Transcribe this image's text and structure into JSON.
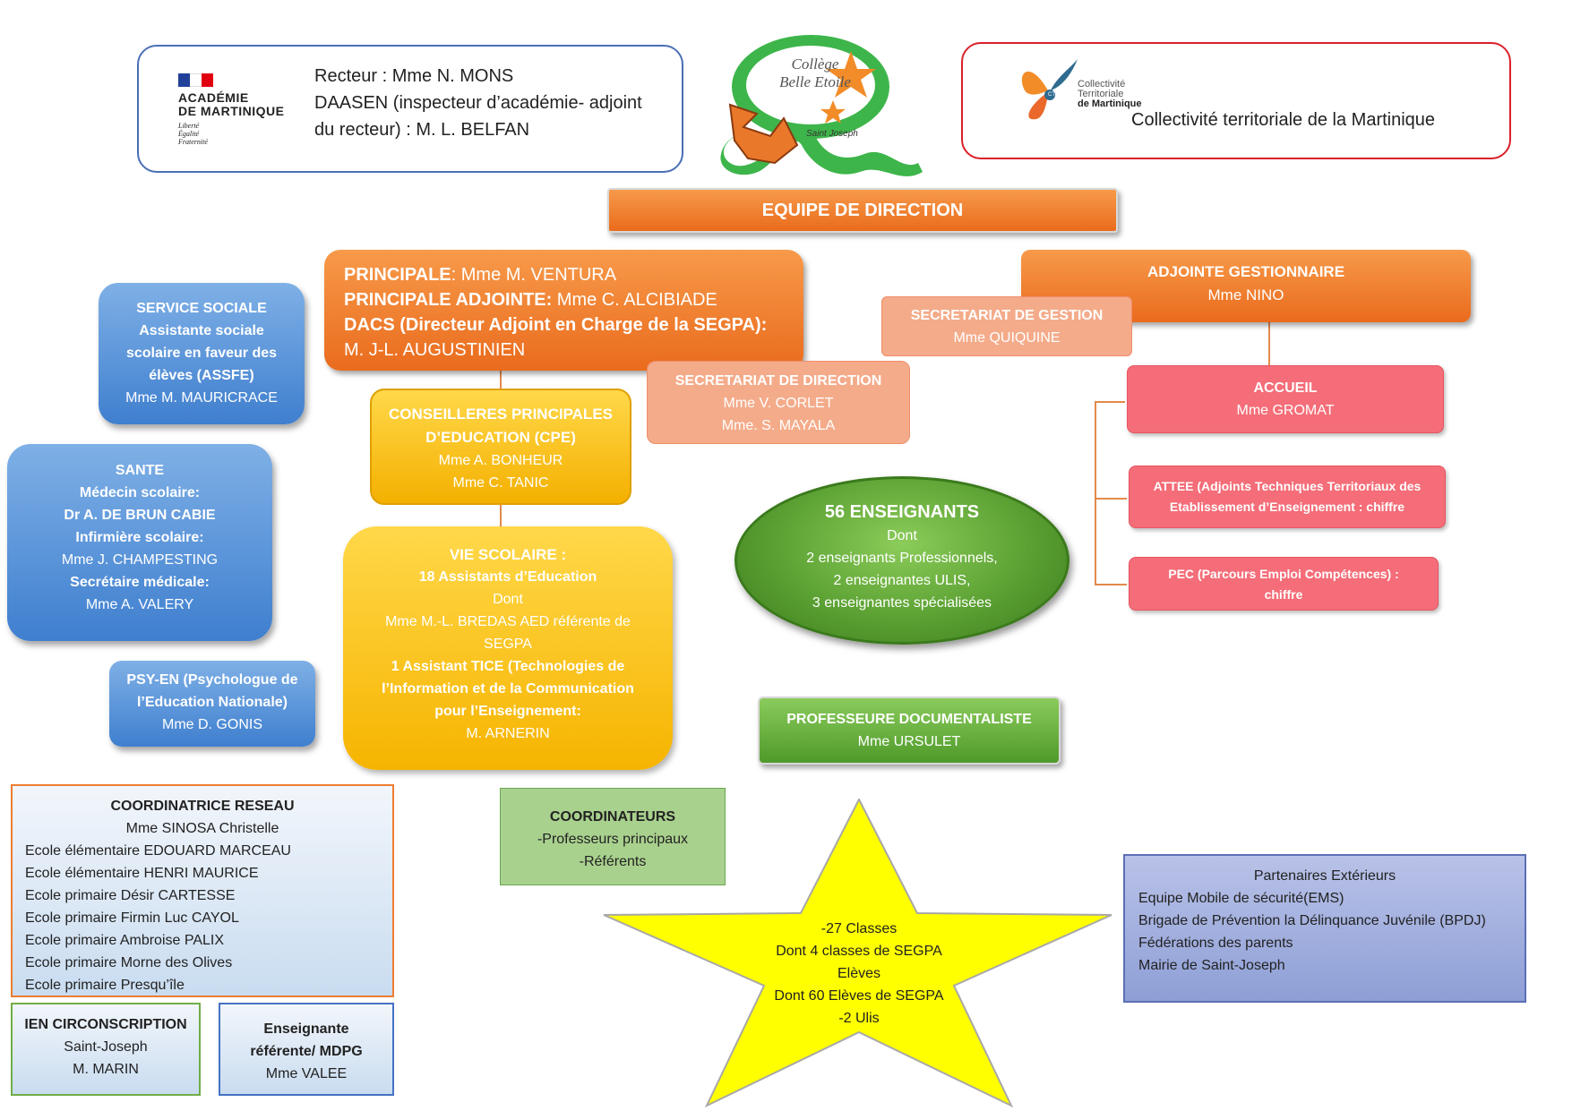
{
  "header": {
    "academie_logo_lines": [
      "ACADÉMIE",
      "DE MARTINIQUE"
    ],
    "academie_motto_lines": [
      "Liberté",
      "Égalité",
      "Fraternité"
    ],
    "rectorat_lines": [
      "Recteur : Mme N. MONS",
      "DAASEN (inspecteur d’académie- adjoint",
      "du recteur) : M. L. BELFAN"
    ],
    "college_logo_text": [
      "Collège",
      "Belle Etoile",
      "Saint Joseph"
    ],
    "ctm_logo_lines": [
      "Collectivité",
      "Territoriale",
      "de Martinique"
    ],
    "ctm_logo_tag": "CTM",
    "ctm_label": "Collectivité territoriale de la Martinique"
  },
  "direction": {
    "title": "EQUIPE DE DIRECTION"
  },
  "principale": {
    "l1_label": "PRINCIPALE",
    "l1_value": ": Mme M. VENTURA",
    "l2_label": "PRINCIPALE ADJOINTE:",
    "l2_value": " Mme C. ALCIBIADE",
    "l3_label": "DACS (Directeur Adjoint en Charge de la SEGPA):",
    "l4_value": "M. J-L. AUGUSTINIEN"
  },
  "adjointe_gestionnaire": {
    "title": "ADJOINTE GESTIONNAIRE",
    "name": "Mme NINO"
  },
  "secretariat_gestion": {
    "title": "SECRETARIAT DE GESTION",
    "name": "Mme QUIQUINE"
  },
  "secretariat_direction": {
    "title": "SECRETARIAT DE DIRECTION",
    "names": [
      "Mme V. CORLET",
      "Mme. S. MAYALA"
    ]
  },
  "accueil": {
    "title": "ACCUEIL",
    "name": "Mme GROMAT"
  },
  "attee": {
    "lines": [
      "ATTEE (Adjoints Techniques Territoriaux des",
      "Etablissement d’Enseignement : chiffre"
    ]
  },
  "pec": {
    "lines": [
      "PEC (Parcours Emploi Compétences) :",
      "chiffre"
    ]
  },
  "service_social": {
    "bold_lines": [
      "SERVICE SOCIALE",
      "Assistante sociale",
      "scolaire en faveur des",
      "élèves (ASSFE)"
    ],
    "name": "Mme M. MAURICRACE"
  },
  "sante": {
    "title": "SANTE",
    "medecin_label": "Médecin scolaire:",
    "medecin_name": "Dr A. DE BRUN CABIE",
    "infirmiere_label": "Infirmière scolaire:",
    "infirmiere_name": "Mme J. CHAMPESTING",
    "secretaire_label": "Secrétaire médicale:",
    "secretaire_name": "Mme A. VALERY"
  },
  "psy": {
    "bold_lines": [
      "PSY-EN (Psychologue de",
      "l’Education Nationale)"
    ],
    "name": "Mme D. GONIS"
  },
  "cpe": {
    "bold_lines": [
      "CONSEILLERES PRINCIPALES",
      "D’EDUCATION (CPE)"
    ],
    "names": [
      "Mme A. BONHEUR",
      "Mme C. TANIC"
    ]
  },
  "vie_scolaire": {
    "title": "VIE SCOLAIRE :",
    "aed": "18 Assistants d’Education",
    "dont": "Dont",
    "referente": [
      "Mme  M.-L. BREDAS AED référente de",
      "SEGPA"
    ],
    "tice": [
      "1 Assistant TICE (Technologies de",
      "l’Information et de la Communication",
      "pour l’Enseignement:"
    ],
    "tice_name": "M. ARNERIN"
  },
  "enseignants": {
    "title": "56 ENSEIGNANTS",
    "dont": "Dont",
    "lines": [
      "2 enseignants Professionnels,",
      "2 enseignantes ULIS,",
      "3 enseignantes spécialisées"
    ]
  },
  "documentaliste": {
    "title": "PROFESSEURE DOCUMENTALISTE",
    "name": "Mme URSULET"
  },
  "coordinatrice": {
    "title": "COORDINATRICE RESEAU",
    "name": "Mme SINOSA Christelle",
    "schools": [
      "Ecole élémentaire EDOUARD MARCEAU",
      "Ecole élémentaire HENRI MAURICE",
      "Ecole primaire Désir CARTESSE",
      "Ecole primaire Firmin Luc CAYOL",
      "Ecole primaire Ambroise PALIX",
      "Ecole primaire Morne des Olives",
      "Ecole primaire Presqu’île"
    ]
  },
  "coordinateurs": {
    "title": "COORDINATEURS",
    "lines": [
      "-Professeurs principaux",
      "-Référents"
    ]
  },
  "ien": {
    "title": "IEN CIRCONSCRIPTION",
    "lines": [
      "Saint-Joseph",
      "M. MARIN"
    ]
  },
  "enseignante_ref": {
    "bold_lines": [
      "Enseignante",
      "référente/ MDPG"
    ],
    "name": "Mme VALEE"
  },
  "star": {
    "lines": [
      "-27 Classes",
      "Dont 4 classes de SEGPA",
      "Elèves",
      "Dont 60 Elèves de SEGPA",
      "-2 Ulis"
    ]
  },
  "partenaires": {
    "title": "Partenaires Extérieurs",
    "lines": [
      "Equipe Mobile de sécurité(EMS)",
      "Brigade de Prévention la Délinquance Juvénile (BPDJ)",
      "Fédérations des parents",
      "Mairie de Saint-Joseph"
    ]
  },
  "colors": {
    "orange": "#ed7d31",
    "blue": "#5b9bd5",
    "yellow": "#ffc000",
    "green": "#70ad47",
    "pink": "#f46d78",
    "peach": "#f4ab8a",
    "star_yellow": "#ffff00",
    "lavender": "#8e9fd6"
  }
}
